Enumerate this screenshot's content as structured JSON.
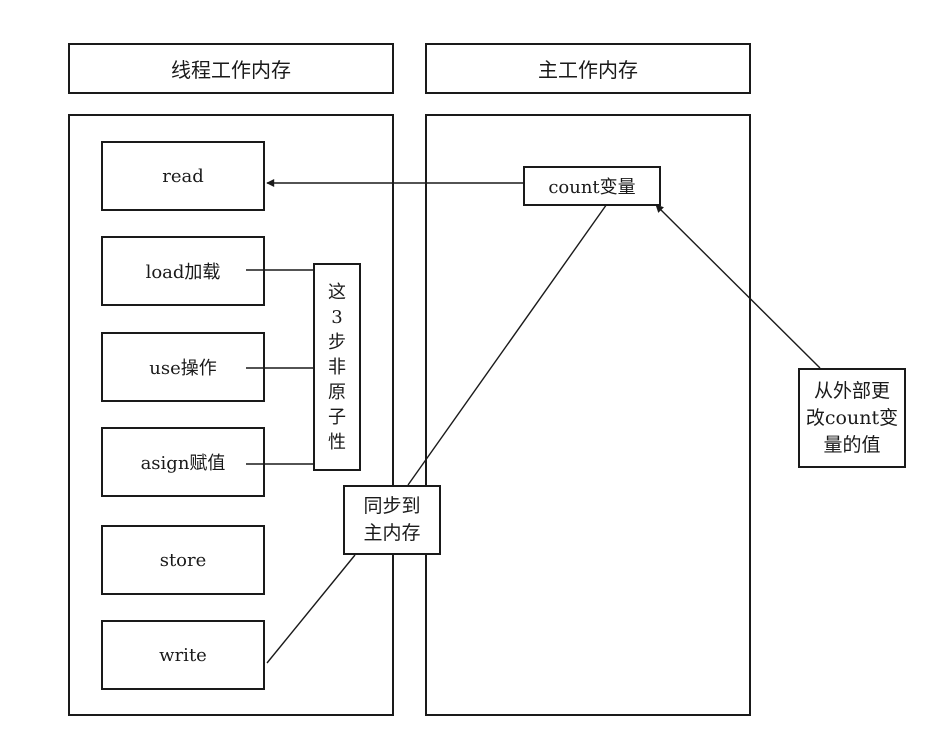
{
  "headers": {
    "thread_memory": "线程工作内存",
    "main_memory": "主工作内存"
  },
  "thread_steps": [
    "read",
    "load加载",
    "use操作",
    "asign赋值",
    "store",
    "write"
  ],
  "non_atomic_note": [
    "这",
    "3",
    "步",
    "非",
    "原",
    "子",
    "性"
  ],
  "count_variable": "count变量",
  "sync_note": [
    "同步到",
    "主内存"
  ],
  "external_note": [
    "从外部更",
    "改count变",
    "量的值"
  ],
  "colors": {
    "line": "#1a1a1a",
    "background": "#ffffff"
  }
}
